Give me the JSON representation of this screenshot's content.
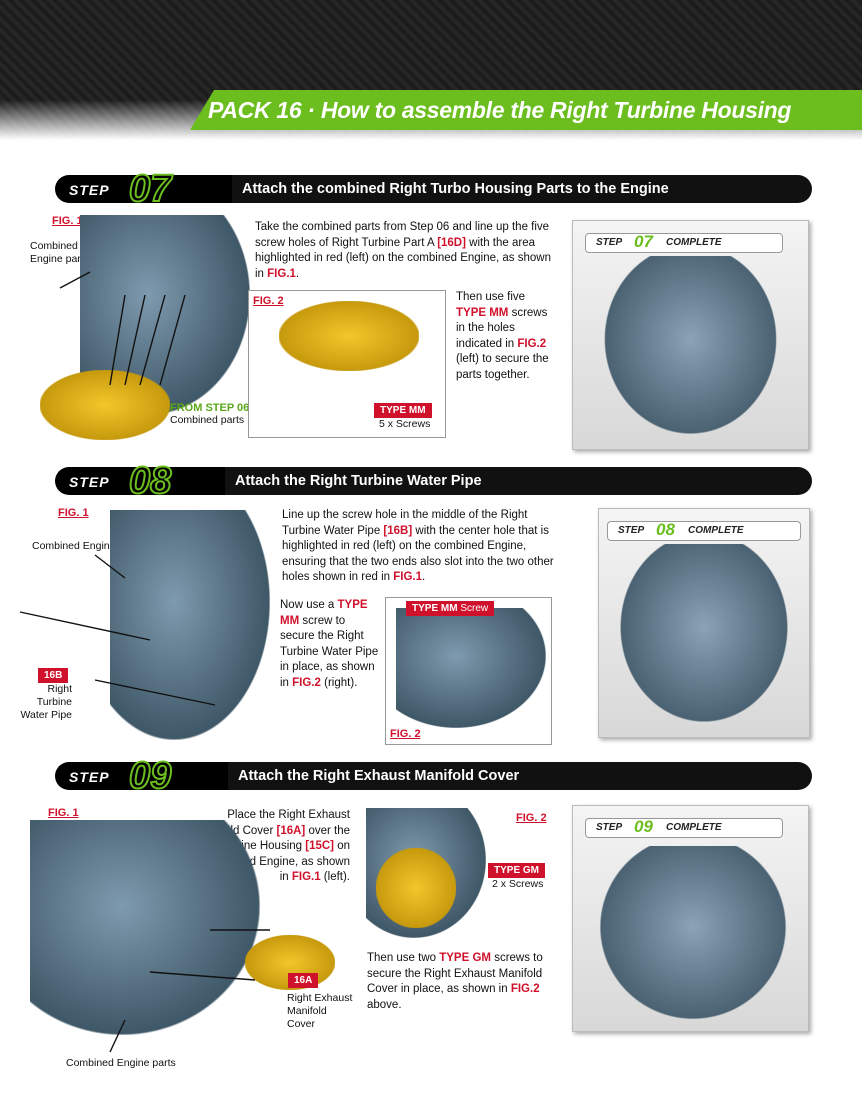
{
  "header": {
    "title": "PACK 16 · How to assemble the Right Turbine Housing"
  },
  "step_label": "STEP",
  "step07": {
    "number": "07",
    "title": "Attach the combined Right Turbo Housing Parts to the Engine",
    "fig1": "FIG. 1",
    "fig1_label": "Combined Engine parts",
    "from_step": "FROM STEP 06",
    "from_step_sub": "Combined parts",
    "text1_a": "Take the combined parts from Step 06 and line up the five screw holes of Right Turbine Part A ",
    "text1_ref": "[16D]",
    "text1_b": " with the area highlighted in red (left) on the combined Engine, as shown in ",
    "text1_fig": "FIG.1",
    "text1_end": ".",
    "fig2": "FIG. 2",
    "text2_a": "Then use five ",
    "text2_type": "TYPE MM",
    "text2_b": " screws in the holes indicated in ",
    "text2_fig": "FIG.2",
    "text2_c": " (left) to secure the parts together.",
    "tag": "TYPE MM",
    "tag_sub": "5 x Screws",
    "complete": "COMPLETE"
  },
  "step08": {
    "number": "08",
    "title": "Attach the Right Turbine Water Pipe",
    "fig1": "FIG. 1",
    "fig1_label": "Combined Engine parts",
    "part_tag": "16B",
    "part_label": "Right Turbine Water Pipe",
    "text1_a": "Line up the screw hole in the middle of the Right Turbine Water Pipe ",
    "text1_ref": "[16B]",
    "text1_b": " with the center hole that is highlighted in red (left) on the combined Engine, ensuring that the two ends also slot into the two other holes shown in red in ",
    "text1_fig": "FIG.1",
    "text1_end": ".",
    "text2_a": "Now use a ",
    "text2_type": "TYPE MM",
    "text2_b": " screw to secure the Right Turbine Water Pipe in place, as shown in ",
    "text2_fig": "FIG.2",
    "text2_c": " (right).",
    "tag": "TYPE MM",
    "tag_sub": "Screw",
    "fig2": "FIG. 2",
    "complete": "COMPLETE"
  },
  "step09": {
    "number": "09",
    "title": "Attach the Right Exhaust Manifold Cover",
    "fig1": "FIG. 1",
    "text1_a": "Place the Right Exhaust Manifold Cover ",
    "text1_ref": "[16A]",
    "text1_b": " over the Right Turbine Housing ",
    "text1_ref2": "[15C]",
    "text1_c": " on the combined Engine, as shown in ",
    "text1_fig": "FIG.1",
    "text1_d": " (left).",
    "part_tag": "16A",
    "part_label": "Right Exhaust Manifold Cover",
    "bottom_label": "Combined Engine parts",
    "fig2": "FIG. 2",
    "tag": "TYPE GM",
    "tag_sub": "2 x Screws",
    "text2_a": "Then use two ",
    "text2_type": "TYPE GM",
    "text2_b": " screws to secure the Right Exhaust Manifold Cover in place, as shown in ",
    "text2_fig": "FIG.2",
    "text2_c": " above.",
    "complete": "COMPLETE"
  },
  "colors": {
    "accent_green": "#6cbe1e",
    "accent_red": "#d0112b",
    "bar_black": "#111111"
  }
}
